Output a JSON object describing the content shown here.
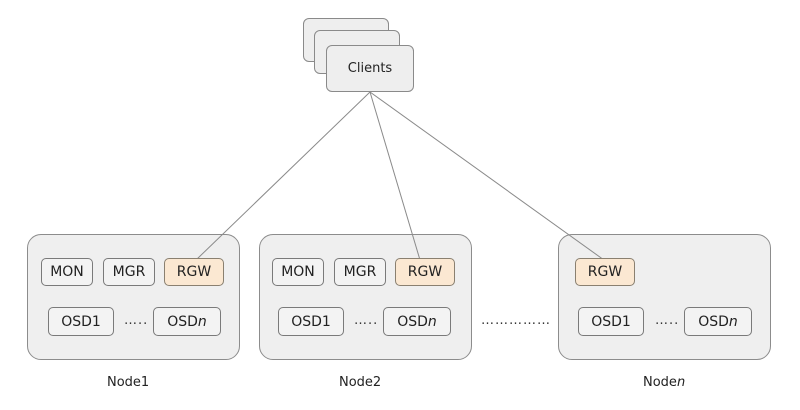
{
  "clients": {
    "label": "Clients"
  },
  "nodes": [
    {
      "label_main": "Node1",
      "label_suffix": "",
      "services": {
        "mon": "MON",
        "mgr": "MGR",
        "rgw": "RGW"
      },
      "osd_first": "OSD1",
      "osd_last_main": "OSD",
      "osd_last_suffix": "n",
      "osd_ellipsis": "….."
    },
    {
      "label_main": "Node2",
      "label_suffix": "",
      "services": {
        "mon": "MON",
        "mgr": "MGR",
        "rgw": "RGW"
      },
      "osd_first": "OSD1",
      "osd_last_main": "OSD",
      "osd_last_suffix": "n",
      "osd_ellipsis": "….."
    },
    {
      "label_main": "Node",
      "label_suffix": "n",
      "services": {
        "rgw": "RGW"
      },
      "osd_first": "OSD1",
      "osd_last_main": "OSD",
      "osd_last_suffix": "n",
      "osd_ellipsis": "….."
    }
  ],
  "between_nodes_ellipsis": "……………",
  "colors": {
    "rgw_fill": "#fbe8d2",
    "box_fill": "#f2f2f2",
    "node_fill": "#efefef",
    "border": "#7a7a7a"
  }
}
